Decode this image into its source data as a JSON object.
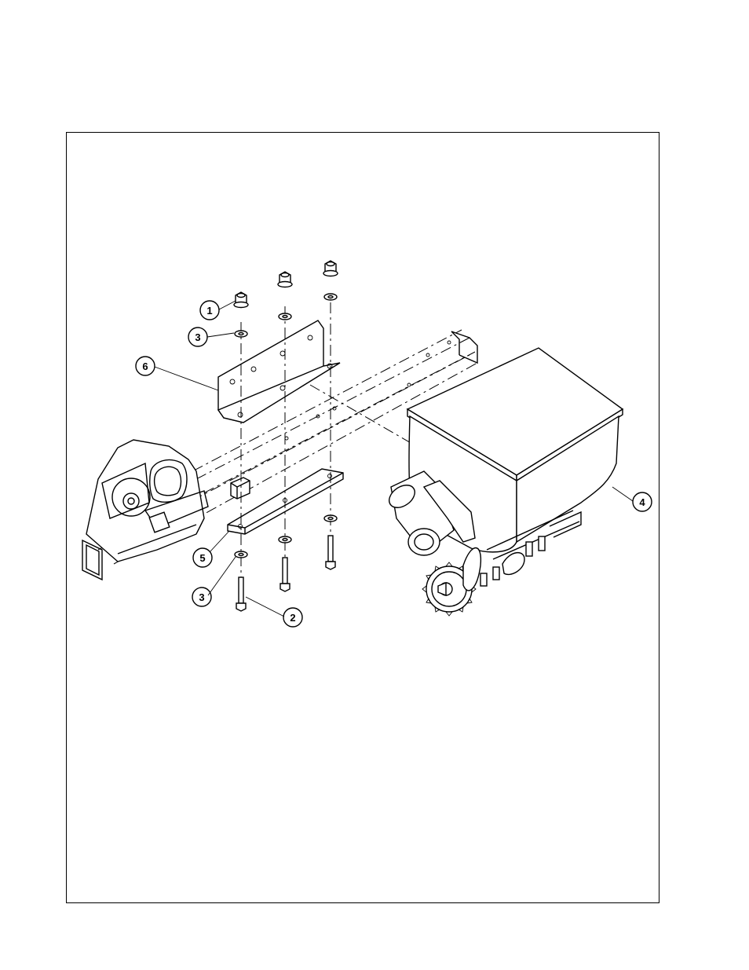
{
  "diagram": {
    "callouts": [
      {
        "id": "c1",
        "label": "1"
      },
      {
        "id": "c2",
        "label": "2"
      },
      {
        "id": "c3a",
        "label": "3"
      },
      {
        "id": "c3b",
        "label": "3"
      },
      {
        "id": "c4",
        "label": "4"
      },
      {
        "id": "c5",
        "label": "5"
      },
      {
        "id": "c6",
        "label": "6"
      }
    ]
  },
  "colors": {
    "line": "#000000",
    "background": "#ffffff",
    "shade": "#e6e6e6"
  }
}
